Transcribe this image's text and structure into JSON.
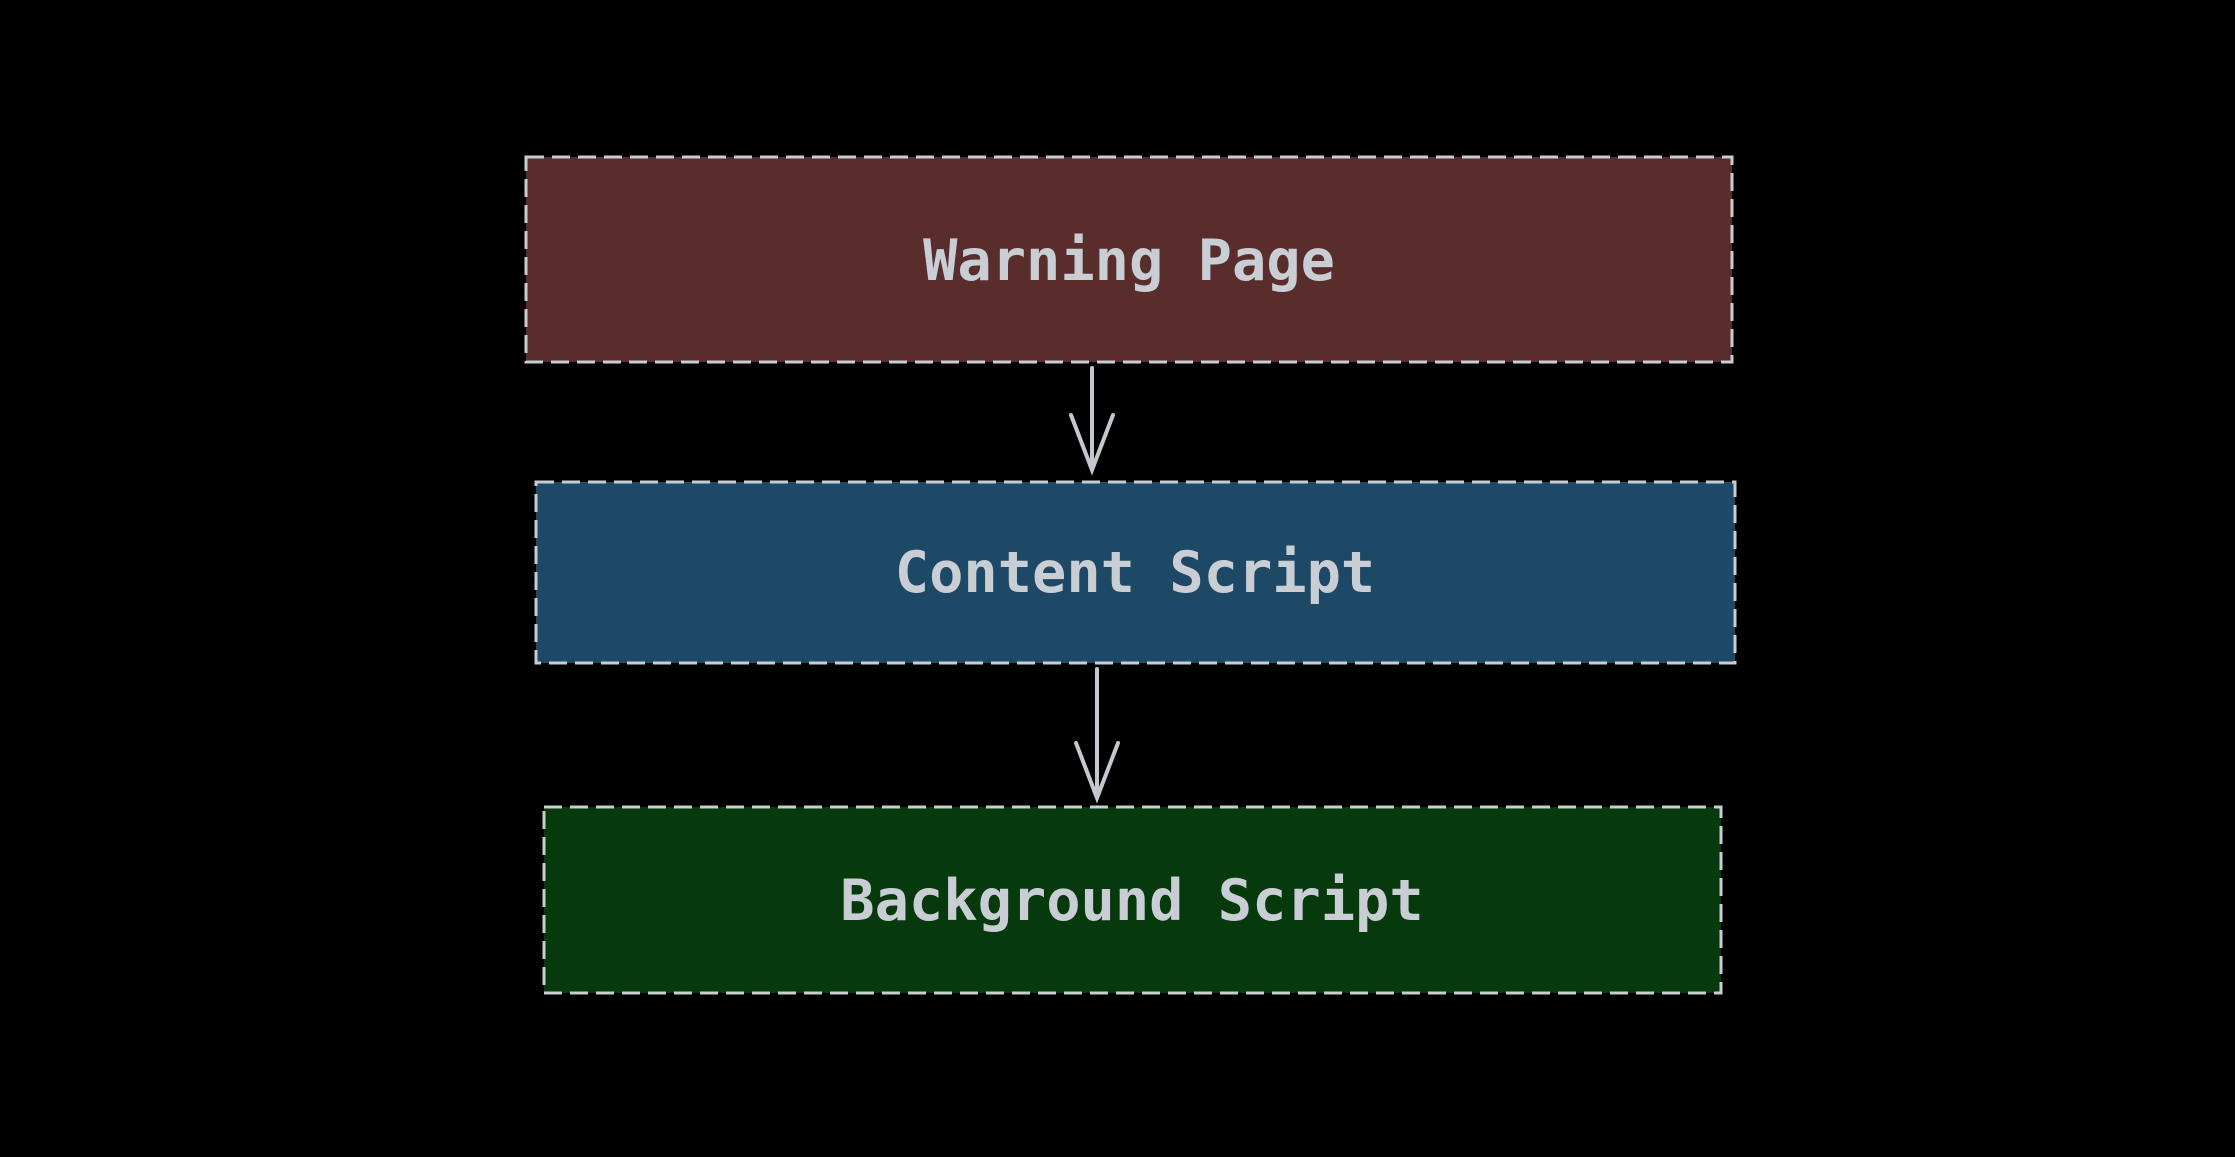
{
  "diagram": {
    "type": "flowchart",
    "colors": {
      "background": "#000000",
      "border": "#c9cdd3",
      "label": "#c9ced4",
      "arrow": "#c2c8cf"
    },
    "nodes": [
      {
        "id": "warning-page",
        "label": "Warning Page",
        "fill": "#5a2d2d"
      },
      {
        "id": "content-script",
        "label": "Content Script",
        "fill": "#1d4866"
      },
      {
        "id": "background-script",
        "label": "Background Script",
        "fill": "#063a0d"
      }
    ],
    "edges": [
      {
        "from": "warning-page",
        "to": "content-script",
        "direction": "down"
      },
      {
        "from": "content-script",
        "to": "background-script",
        "direction": "down"
      }
    ]
  }
}
